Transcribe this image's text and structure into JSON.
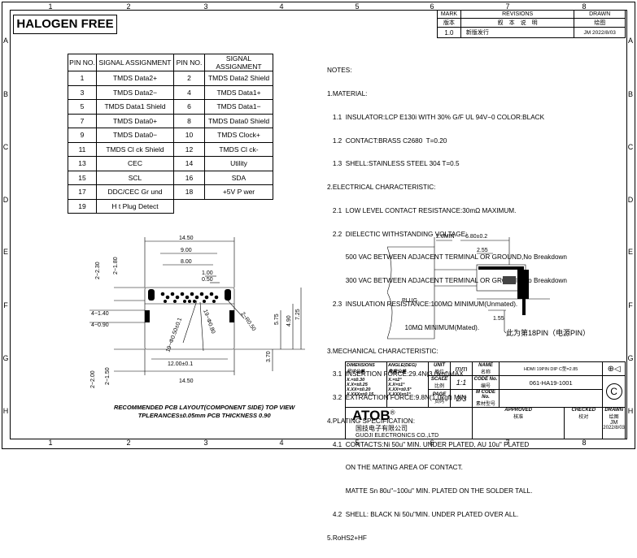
{
  "zones_top": [
    "1",
    "2",
    "3",
    "4",
    "5",
    "6",
    "7",
    "8"
  ],
  "zones_side": [
    "A",
    "B",
    "C",
    "D",
    "E",
    "F",
    "G",
    "H"
  ],
  "halogen": "HALOGEN FREE",
  "pin_table": {
    "headers": [
      "PIN NO.",
      "SIGNAL ASSIGNMENT",
      "PIN NO.",
      "SIGNAL ASSIGNMENT"
    ],
    "rows": [
      [
        "1",
        "TMDS Data2+",
        "2",
        "TMDS Data2 Shield"
      ],
      [
        "3",
        "TMDS Data2−",
        "4",
        "TMDS Data1+"
      ],
      [
        "5",
        "TMDS Data1 Shield",
        "6",
        "TMDS Data1−"
      ],
      [
        "7",
        "TMDS Data0+",
        "8",
        "TMDS Data0 Shield"
      ],
      [
        "9",
        "TMDS Data0−",
        "10",
        "TMDS Clock+"
      ],
      [
        "11",
        "TMDS Cl ck Shield",
        "12",
        "TMDS Cl ck-"
      ],
      [
        "13",
        "CEC",
        "14",
        "Utility"
      ],
      [
        "15",
        "SCL",
        "16",
        "SDA"
      ],
      [
        "17",
        "DDC/CEC Gr und",
        "18",
        "+5V P wer"
      ],
      [
        "19",
        "H t Plug Detect",
        "",
        ""
      ]
    ]
  },
  "revisions": {
    "mark": "MARK",
    "mark_cn": "版本",
    "rev": "REVISIONS",
    "rev_cn": "叙　本　说　明",
    "drawn": "DRAWN",
    "drawn_cn": "绘图",
    "row_mark": "1.0",
    "row_desc": "新版发行",
    "row_drawn": "JM  2022/8/03"
  },
  "notes": [
    "NOTES:",
    "1.MATERIAL:",
    "   1.1  INSULATOR:LCP E130i WITH 30% G/F UL 94V−0 COLOR:BLACK",
    "   1.2  CONTACT:BRASS C2680  T=0.20",
    "   1.3  SHELL:STAINLESS STEEL 304 T=0.5",
    "2.ELECTRICAL CHARACTERISTIC:",
    "   2.1  LOW LEVEL CONTACT RESISTANCE:30mΩ MAXIMUM.",
    "   2.2  DIELECTIC WITHSTANDING VOLTAGE:",
    "          500 VAC BETWEEN ADJACENT TERMINAL OR GROUND,No Breakdown",
    "          300 VAC BETWEEN ADJACENT TERMINAL OR GROUND,No Breakdown",
    "   2.3  INSULATION RESISTANCE:100MΩ MINIMUM(Unmated).",
    "                                          10MΩ MINIMUM(Mated).",
    "3.MECHANICAL CHARACTERISTIC:",
    "   3.1  INSERTION FORCE:29.4N(3.0kgf)MAX.",
    "   3.2  EXTRACTION FORCE:9.8N(1.0kgf) MIN",
    "4.PLATING SPECIFICATION:",
    "   4.1  CONTACTS:Ni 50u\" MIN. UNDER PLATED, AU 10u\" PLATED",
    "          ON THE MATING AREA OF CONTACT.",
    "          MATTE Sn 80u\"−100u\" MIN. PLATED ON THE SOLDER TALL.",
    "   4.2  SHELL: BLACK Ni 50u\"MIN. UNDER PLATED OVER ALL.",
    "5.RoHS2+HF"
  ],
  "pcb_dims": {
    "d1450": "14.50",
    "d900": "9.00",
    "d800": "8.00",
    "d100": "1.00",
    "d050": "0.50",
    "d230": "2−2.30",
    "d180": "2−1.80",
    "d140": "4−1.40",
    "d090": "4−0.90",
    "d200": "2−2.00",
    "d150": "2−1.50",
    "d1200": "12.00±0.1",
    "d1450b": "14.50",
    "r": "2−R0.50",
    "d490": "4.90",
    "d575": "5.75",
    "d725": "7.25",
    "d370": "3.70",
    "hole": "19−Φ0.50±0.1",
    "d080": "19−Φ0.80"
  },
  "pcb_caption_1": "RECOMMENDED PCB LAYOUT(COMPONENT SIDE) TOP VIEW",
  "pcb_caption_2": "TPLERANCES±0.05mm  PCB THICKNESS 0.90",
  "side": {
    "d2min": "2.0MIN",
    "d680": "6.80±0.2",
    "d255": "2.55",
    "d155": "1.55",
    "plug": "PLUG",
    "pin_note": "此为第18PIN（电源PIN）"
  },
  "title_block": {
    "dims_label": "DIMENSIONS",
    "dims_cn": "尺寸公差",
    "angle_label": "ANGLE(DEG)",
    "angle_cn": "角度公差",
    "tol1": "X.=±0.30",
    "tol2": "X.X=±0.25",
    "tol3": "X.XX=±0.20",
    "tol4": "X.XXX=±0.15",
    "ang1": "X.=±2°",
    "ang2": "X.X=±1°",
    "ang3": "X.XX=±0.5°",
    "ang4": "X.XXX=±1°",
    "unit_label": "UNIT",
    "unit_cn": "单位",
    "unit_val": "mm",
    "name_label": "NAME",
    "name_cn": "名称",
    "name_val": "HDMI 19PIN DIP C型=2.85",
    "scale_label": "SCALE",
    "scale_cn": "比例",
    "scale_val": "1:1",
    "code_label": "CODE No.",
    "code_cn": "编号",
    "code_val": "061-HA19-1001",
    "page_label": "PAGE",
    "page_cn": "页码",
    "page_val": "2/3",
    "mcode_label": "M CODE No.",
    "mcode_cn": "素材型号",
    "approved_label": "APPROVED",
    "approved_cn": "核准",
    "checked_label": "CHECKED",
    "checked_cn": "校对",
    "drawn_label": "DRAWN",
    "drawn_cn": "绘图",
    "drawn_val": "JM",
    "drawn_date": "2022/8/03",
    "brand": "ATOB",
    "reg": "®",
    "company_cn": "国技电子有限公司",
    "company_en": "GUOJI ELECTRONICS CO.,LTD",
    "ce": "C"
  }
}
